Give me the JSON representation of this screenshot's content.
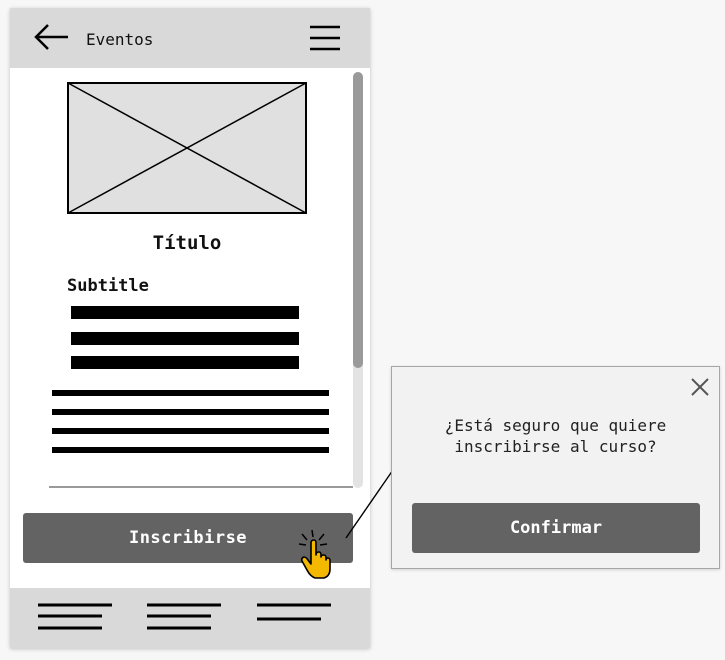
{
  "header": {
    "title": "Eventos",
    "back_icon": "arrow-left-icon",
    "menu_icon": "hamburger-menu-icon"
  },
  "content": {
    "image_icon": "image-placeholder-icon",
    "title": "Título",
    "subtitle": "Subtitle"
  },
  "actions": {
    "enroll_label": "Inscribirse",
    "cursor_icon": "pointer-hand-icon"
  },
  "bottom_nav": {
    "items": [
      "menu-lines-icon",
      "menu-lines-icon",
      "menu-lines-icon"
    ]
  },
  "dialog": {
    "message_line1": "¿Está seguro que quiere",
    "message_line2": "inscribirse al curso?",
    "close_icon": "close-icon",
    "confirm_label": "Confirmar"
  },
  "colors": {
    "bar_background": "#d9d9d9",
    "button": "#636363",
    "dialog_background": "#f2f2f2",
    "cursor_hand": "#f5b800"
  }
}
